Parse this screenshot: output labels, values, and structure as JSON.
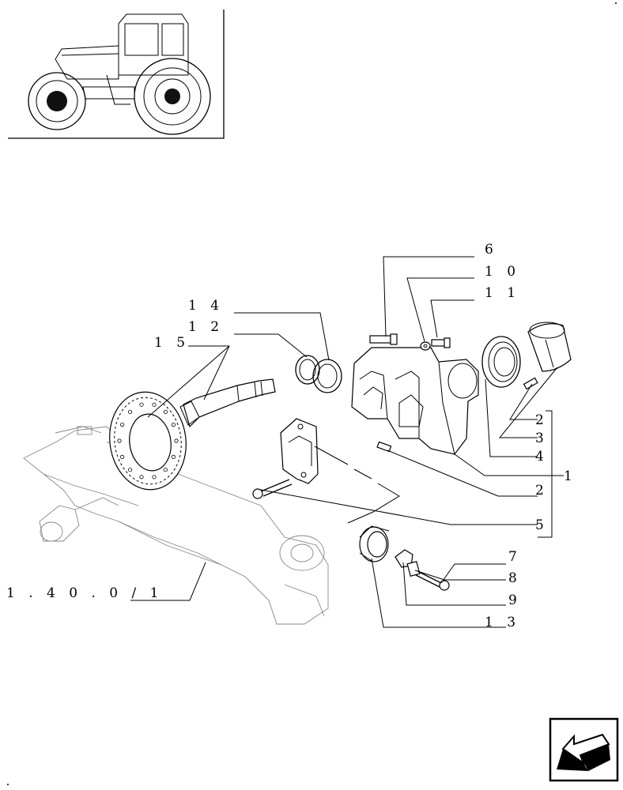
{
  "callouts": [
    {
      "id": "c6",
      "text": "6"
    },
    {
      "id": "c10",
      "text": "1 0"
    },
    {
      "id": "c11",
      "text": "1 1"
    },
    {
      "id": "c14",
      "text": "1 4"
    },
    {
      "id": "c12",
      "text": "1 2"
    },
    {
      "id": "c15",
      "text": "1 5"
    },
    {
      "id": "c2a",
      "text": "2"
    },
    {
      "id": "c3",
      "text": "3"
    },
    {
      "id": "c4",
      "text": "4"
    },
    {
      "id": "c1",
      "text": "1"
    },
    {
      "id": "c2b",
      "text": "2"
    },
    {
      "id": "c5",
      "text": "5"
    },
    {
      "id": "c7",
      "text": "7"
    },
    {
      "id": "c8",
      "text": "8"
    },
    {
      "id": "c9",
      "text": "9"
    },
    {
      "id": "c13",
      "text": "1 3"
    }
  ],
  "reference_label": "1 . 4 0 . 0 / 1",
  "icons": {
    "thumbnail": "tractor-icon",
    "navigation": "back-arrow-icon"
  }
}
